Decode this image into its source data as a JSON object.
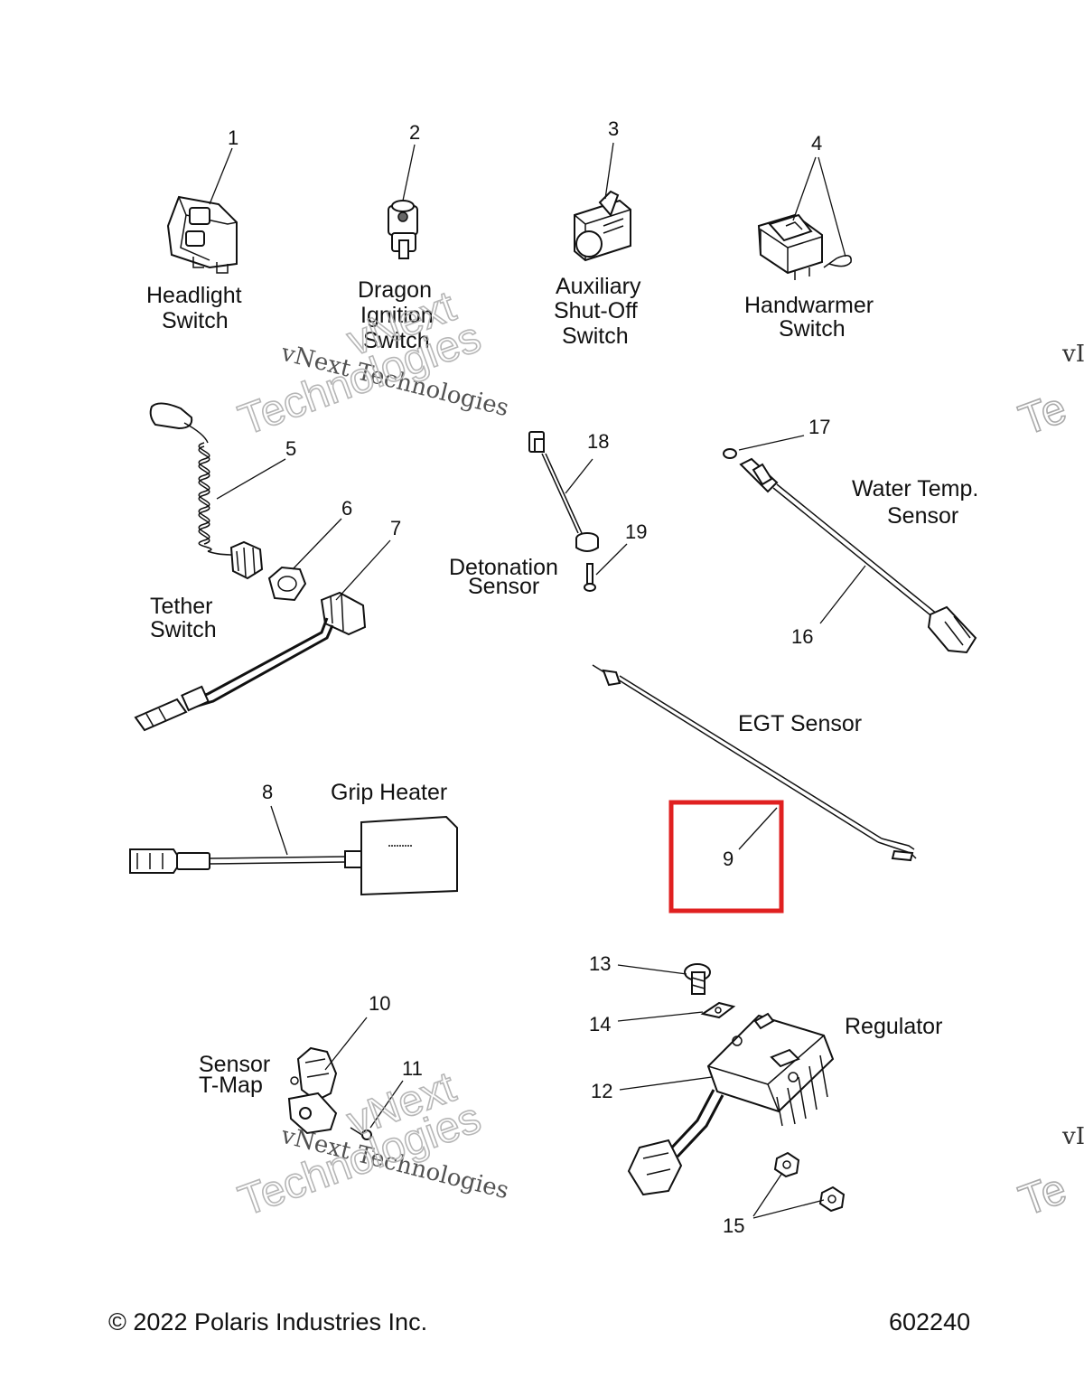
{
  "labels": {
    "headlight_switch": [
      "Headlight",
      "Switch"
    ],
    "dragon_ignition_switch": [
      "Dragon",
      "Ignition",
      "Switch"
    ],
    "auxiliary_shutoff_switch": [
      "Auxiliary",
      "Shut-Off",
      "Switch"
    ],
    "handwarmer_switch": [
      "Handwarmer",
      "Switch"
    ],
    "tether_switch": [
      "Tether",
      "Switch"
    ],
    "detonation_sensor": [
      "Detonation",
      "Sensor"
    ],
    "water_temp_sensor": [
      "Water Temp.",
      "Sensor"
    ],
    "egt_sensor": "EGT Sensor",
    "grip_heater": "Grip Heater",
    "sensor_tmap": [
      "Sensor",
      "T-Map"
    ],
    "regulator": "Regulator"
  },
  "callouts": [
    "1",
    "2",
    "3",
    "4",
    "5",
    "6",
    "7",
    "8",
    "9",
    "10",
    "11",
    "12",
    "13",
    "14",
    "15",
    "16",
    "17",
    "18",
    "19"
  ],
  "watermark": {
    "line1": "vNext Technologies",
    "line2": "Technologies",
    "line3": "vNext",
    "edge1": "vI",
    "edge2": "Te"
  },
  "highlight": {
    "callout": "9",
    "color": "#e02020"
  },
  "footer": {
    "copyright": "© 2022 Polaris Industries Inc.",
    "diagram_number": "602240"
  }
}
